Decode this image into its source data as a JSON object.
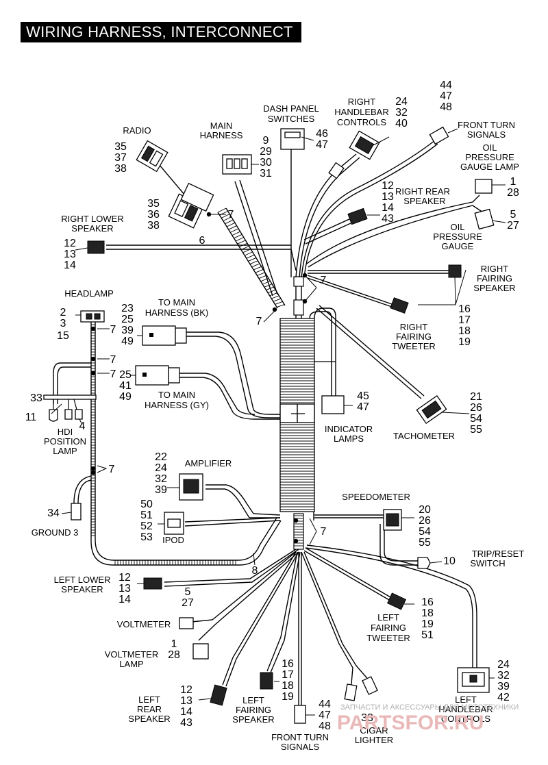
{
  "title": "WIRING HARNESS, INTERCONNECT",
  "labels": {
    "radio": "RADIO",
    "main_harness_1": "MAIN",
    "main_harness_2": "HARNESS",
    "dash_1": "DASH PANEL",
    "dash_2": "SWITCHES",
    "rhc_1": "RIGHT",
    "rhc_2": "HANDLEBAR",
    "rhc_3": "CONTROLS",
    "fts_1": "FRONT TURN",
    "fts_2": "SIGNALS",
    "opgl_1": "OIL",
    "opgl_2": "PRESSURE",
    "opgl_3": "GAUGE LAMP",
    "rrs_1": "RIGHT REAR",
    "rrs_2": "SPEAKER",
    "opg_1": "OIL",
    "opg_2": "PRESSURE",
    "opg_3": "GAUGE",
    "rls_1": "RIGHT LOWER",
    "rls_2": "SPEAKER",
    "rfs_1": "RIGHT",
    "rfs_2": "FAIRING",
    "rfs_3": "SPEAKER",
    "headlamp": "HEADLAMP",
    "tmbk_1": "TO MAIN",
    "tmbk_2": "HARNESS (BK)",
    "rft_1": "RIGHT",
    "rft_2": "FAIRING",
    "rft_3": "TWEETER",
    "tmgy_1": "TO MAIN",
    "tmgy_2": "HARNESS (GY)",
    "hdi_1": "HDI",
    "hdi_2": "POSITION",
    "hdi_3": "LAMP",
    "ind_1": "INDICATOR",
    "ind_2": "LAMPS",
    "tach": "TACHOMETER",
    "amp": "AMPLIFIER",
    "speedo": "SPEEDOMETER",
    "ground": "GROUND 3",
    "ipod": "IPOD",
    "trip_1": "TRIP/RESET",
    "trip_2": "SWITCH",
    "lls_1": "LEFT LOWER",
    "lls_2": "SPEAKER",
    "lft_1": "LEFT",
    "lft_2": "FAIRING",
    "lft_3": "TWEETER",
    "voltmeter": "VOLTMETER",
    "vl_1": "VOLTMETER",
    "vl_2": "LAMP",
    "lrs_1": "LEFT",
    "lrs_2": "REAR",
    "lrs_3": "SPEAKER",
    "lfs_1": "LEFT",
    "lfs_2": "FAIRING",
    "lfs_3": "SPEAKER",
    "fts2_1": "FRONT TURN",
    "fts2_2": "SIGNALS",
    "cig_1": "CIGAR",
    "cig_2": "LIGHTER",
    "lhc_1": "LEFT",
    "lhc_2": "HANDLEBAR",
    "lhc_3": "CONTROLS"
  },
  "callouts": {
    "radio": [
      "35",
      "37",
      "38"
    ],
    "radio2": [
      "35",
      "36",
      "38"
    ],
    "main_harness": [
      "9",
      "29",
      "30",
      "31"
    ],
    "dash": [
      "46",
      "47"
    ],
    "rhc": [
      "24",
      "32",
      "40"
    ],
    "fts": [
      "44",
      "47",
      "48"
    ],
    "opgl": [
      "1",
      "28"
    ],
    "rrs": [
      "12",
      "13",
      "14",
      "43"
    ],
    "opg": [
      "5",
      "27"
    ],
    "rls": [
      "12",
      "13",
      "14"
    ],
    "headlamp": [
      "2",
      "3",
      "15"
    ],
    "tmbk": [
      "23",
      "25",
      "39",
      "49"
    ],
    "rft": [
      "16",
      "17",
      "18",
      "19"
    ],
    "tmgy": [
      "25",
      "41",
      "49"
    ],
    "hdi_a": "33",
    "hdi_b": "11",
    "hdi_c": "4",
    "ind": [
      "45",
      "47"
    ],
    "tach": [
      "21",
      "26",
      "54",
      "55"
    ],
    "amp": [
      "22",
      "24",
      "32",
      "39"
    ],
    "speedo": [
      "20",
      "26",
      "54",
      "55"
    ],
    "ground": "34",
    "ipod": [
      "50",
      "51",
      "52",
      "53"
    ],
    "trip": "10",
    "lls": [
      "12",
      "13",
      "14"
    ],
    "lft": [
      "16",
      "18",
      "19",
      "51"
    ],
    "voltmeter": [
      "5",
      "27"
    ],
    "vl": [
      "1",
      "28"
    ],
    "lrs": [
      "12",
      "13",
      "14",
      "43"
    ],
    "lfs": [
      "16",
      "17",
      "18",
      "19"
    ],
    "fts2": [
      "44",
      "47",
      "48"
    ],
    "cig": "33",
    "lhc": [
      "24",
      "32",
      "39",
      "42"
    ],
    "clip": "7",
    "tie6": "6",
    "tie8": "8"
  },
  "watermark": {
    "text": "ЗАПЧАСТИ И АКСЕССУАРЫ ДЛЯ МОТОТЕХНИКИ",
    "brand": "PARTSFOR.RU"
  }
}
